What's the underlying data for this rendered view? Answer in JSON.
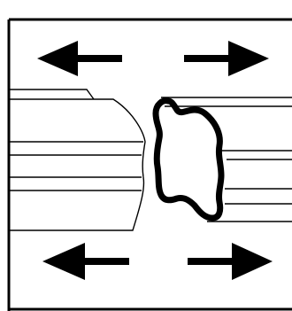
{
  "diagram": {
    "colors": {
      "ink": "#000000",
      "paper": "#ffffff"
    },
    "arrows": [
      {
        "name": "top-left",
        "direction": "left"
      },
      {
        "name": "top-right",
        "direction": "right"
      },
      {
        "name": "bottom-left",
        "direction": "left"
      },
      {
        "name": "bottom-right",
        "direction": "right"
      }
    ],
    "parts": [
      "left-section",
      "right-section",
      "fracture-outline",
      "border"
    ]
  }
}
